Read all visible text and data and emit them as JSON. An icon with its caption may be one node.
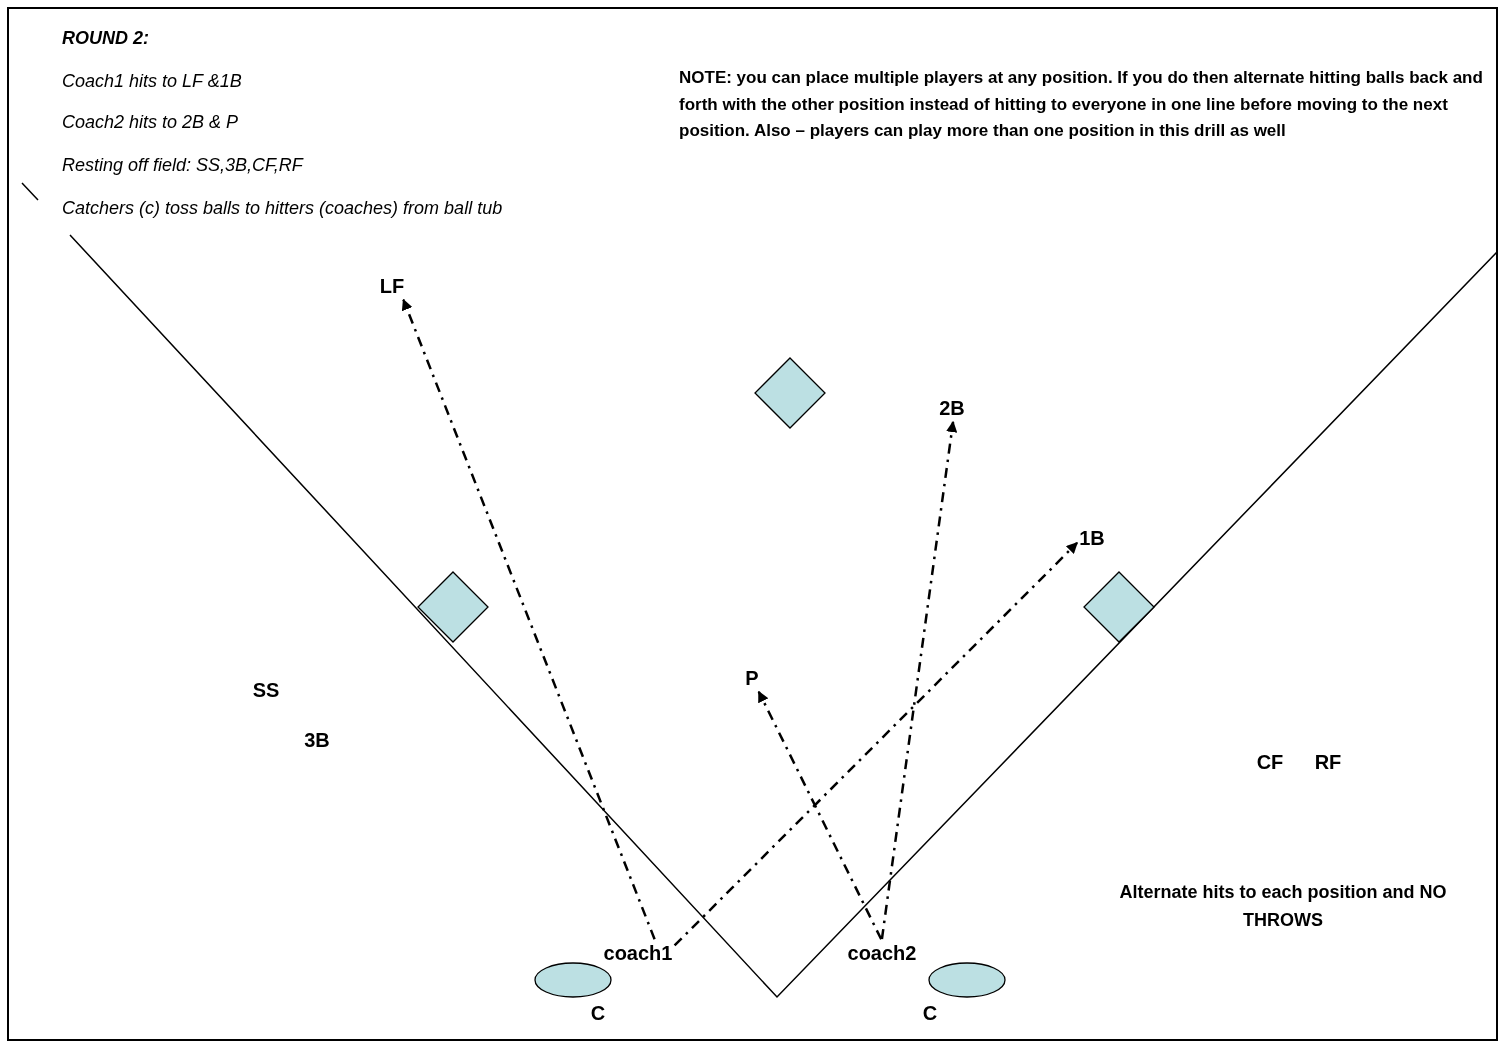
{
  "diagram": {
    "title": "ROUND 2:",
    "nodes": [
      {
        "text": [
          "LF"
        ]
      },
      {
        "text": [],
        "shape": "diamond"
      },
      {
        "text": [
          "2B"
        ]
      },
      {
        "text": [
          "1B"
        ]
      },
      {
        "text": [],
        "shape": "diamond"
      },
      {
        "text": [],
        "shape": "diamond"
      },
      {
        "text": [
          "P"
        ]
      },
      {
        "text": [
          "coach1"
        ]
      },
      {
        "text": [
          "coach2"
        ]
      },
      {
        "text": [
          "C"
        ]
      },
      {
        "text": [
          "C"
        ]
      }
    ],
    "edges": [
      {
        "from": 7,
        "to": 0,
        "arrow": "to"
      },
      {
        "from": 7,
        "to": 3,
        "arrow": "to"
      },
      {
        "from": 8,
        "to": 2,
        "arrow": "to"
      },
      {
        "from": 8,
        "to": 6,
        "arrow": "to"
      }
    ],
    "labels": [
      "Coach1 hits to LF &1B",
      "Coach2 hits to 2B & P",
      "Resting off field:  SS,3B,CF,RF",
      "Catchers (c) toss balls to hitters (coaches) from ball tub",
      "NOTE: you can place multiple players at any position. If you do then alternate hitting balls back and forth with the other position instead of hitting to everyone in one line before moving to the next position. Also – players can play more than one position in this drill as well",
      "SS",
      "3B",
      "CF",
      "RF",
      "Alternate hits to each position and NO THROWS"
    ]
  }
}
